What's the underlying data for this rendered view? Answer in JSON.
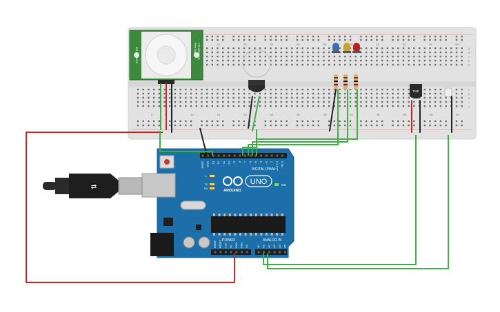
{
  "breadboard": {
    "column_numbers_top": [
      "10",
      "15",
      "20",
      "25",
      "30",
      "35",
      "40",
      "45",
      "50",
      "55",
      "60"
    ],
    "column_numbers_bottom": [
      "1",
      "5",
      "10",
      "15",
      "20",
      "25",
      "30",
      "35",
      "40",
      "45",
      "50",
      "55",
      "60"
    ],
    "row_letters": [
      "A",
      "B",
      "C",
      "D",
      "E",
      "F",
      "G",
      "H",
      "I",
      "J"
    ]
  },
  "pir_sensor": {
    "label_side_left": "PIR SENSOR",
    "label_side_right_1": "PIR SENSOR",
    "label_side_right_2": "Blah Blah"
  },
  "temperature_sensor": {
    "label": "TMP"
  },
  "leds": {
    "colors": [
      "#3a6fb5",
      "#c9a227",
      "#b7231d"
    ]
  },
  "arduino": {
    "logo_text": "ARDUINO",
    "model": "UNO",
    "on_label": "ON",
    "digital_label": "DIGITAL (PWM~)",
    "power_label": "POWER",
    "analog_label": "ANALOG IN",
    "header_pins_top": [
      "AREF",
      "GND",
      "13",
      "12",
      "~11",
      "~10",
      "~9",
      "8",
      "7",
      "~6",
      "~5",
      "4",
      "~3",
      "2",
      "TX 1",
      "RX 0"
    ],
    "power_pins": [
      "IOREF",
      "RESET",
      "3.3V",
      "5V",
      "GND",
      "GND",
      "Vin"
    ],
    "analog_pins": [
      "A0",
      "A1",
      "A2",
      "A3",
      "A4",
      "A5"
    ],
    "led_labels": [
      "L",
      "TX",
      "RX"
    ]
  },
  "colors": {
    "wire_green": "#3cb043",
    "wire_red": "#d42020",
    "wire_black": "#222222",
    "board_blue": "#1c6fa8",
    "breadboard": "#e4e4e4"
  }
}
